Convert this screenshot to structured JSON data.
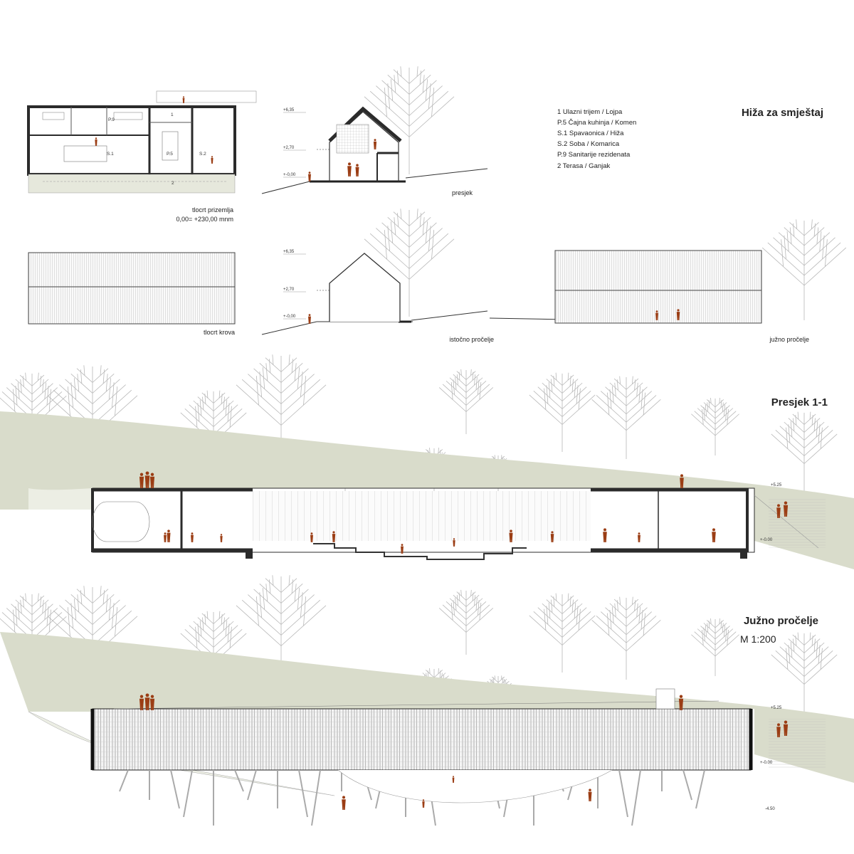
{
  "colors": {
    "terrain": "#d9dccb",
    "figure": "#9b3d14",
    "line": "#333333",
    "tree": "#b8b8b8",
    "wall": "#2b2b2b"
  },
  "sheet": {
    "title_hut": "Hiža za smještaj",
    "legend": [
      "1  Ulazni trijem / Lojpa",
      "P.5 Čajna kuhinja / Komen",
      "S.1 Spavaonica / Hiža",
      "S.2 Soba / Komarica",
      "P.9 Sanitarije rezidenata",
      "2 Terasa / Ganjak"
    ],
    "ground_plan": {
      "caption": "tlocrt prizemlja",
      "datum": "0,00= +230,00 mnm",
      "rooms": {
        "p9": "P.9",
        "s1": "S.1",
        "p5": "P.5",
        "s2": "S.2",
        "r1": "1",
        "r2": "2"
      }
    },
    "roof_plan": {
      "caption": "tlocrt krova"
    },
    "section": {
      "caption": "presjek",
      "levels": {
        "top": "+6,35",
        "mid": "+2,70",
        "zero": "+-0,00"
      }
    },
    "east_elevation": {
      "caption": "istočno pročelje",
      "levels": {
        "top": "+6,35",
        "mid": "+2,70",
        "zero": "+-0,00"
      }
    },
    "south_elevation_hut": {
      "caption": "južno pročelje"
    },
    "section_1_1": {
      "title": "Presjek 1-1",
      "levels": {
        "top": "+5.25",
        "zero": "+-0.00"
      }
    },
    "south_elevation": {
      "title": "Južno pročelje",
      "scale": "M 1:200",
      "levels": {
        "top": "+5.25",
        "zero": "+-0.00",
        "bottom": "-4.50"
      }
    }
  }
}
